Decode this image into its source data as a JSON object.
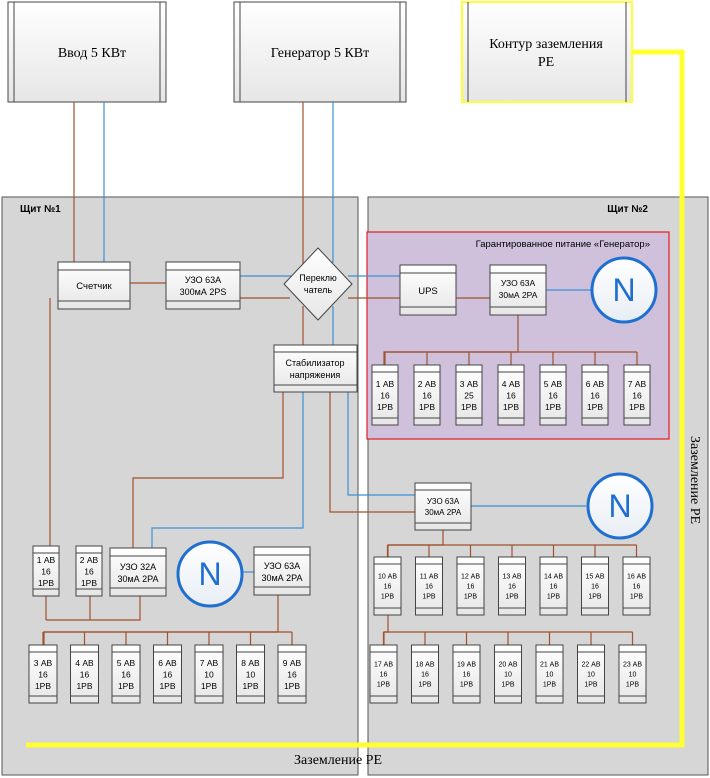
{
  "sources": {
    "input": "Ввод  5 КВт",
    "generator": "Генератор 5 КВт",
    "ground_loop": [
      "Контур заземления",
      "PE"
    ]
  },
  "panels": {
    "panel1_title": "Щит №1",
    "panel2_title": "Щит №2",
    "guaranteed_title": "Гарантированное питание «Генератор»"
  },
  "devices": {
    "meter": "Счетчик",
    "rcd_main": [
      "УЗО 63А",
      "300мА 2PS"
    ],
    "switch": [
      "Переклю",
      "чатель"
    ],
    "stabilizer": [
      "Стабилизатор",
      "напряжения"
    ],
    "ups": "UPS",
    "rcd_gen": [
      "УЗО 63А",
      "30мА 2PA"
    ],
    "rcd_p2": [
      "УЗО 63А",
      "30мА 2PA"
    ],
    "rcd_32": [
      "УЗО 32А",
      "30мА 2PA"
    ],
    "rcd_63_p1": [
      "УЗО 63А",
      "30мА 2PA"
    ],
    "neutral_label": "N"
  },
  "breakers_generator": [
    [
      "1 АВ",
      "16",
      "1PB"
    ],
    [
      "2 АВ",
      "16",
      "1PB"
    ],
    [
      "3 АВ",
      "25",
      "1PB"
    ],
    [
      "4 АВ",
      "16",
      "1PB"
    ],
    [
      "5 АВ",
      "16",
      "1PB"
    ],
    [
      "6 АВ",
      "16",
      "1PB"
    ],
    [
      "7 АВ",
      "16",
      "1PB"
    ]
  ],
  "breakers_p1_top": [
    [
      "1 АВ",
      "16",
      "1PB"
    ],
    [
      "2 АВ",
      "16",
      "1PB"
    ]
  ],
  "breakers_p1_bottom": [
    [
      "3 АВ",
      "16",
      "1PB"
    ],
    [
      "4 АВ",
      "16",
      "1PB"
    ],
    [
      "5 АВ",
      "16",
      "1PB"
    ],
    [
      "6 АВ",
      "16",
      "1PB"
    ],
    [
      "7 АВ",
      "10",
      "1PB"
    ],
    [
      "8 АВ",
      "10",
      "1PB"
    ],
    [
      "9 АВ",
      "16",
      "1PB"
    ]
  ],
  "breakers_p2_mid": [
    [
      "10 АВ",
      "16",
      "1PB"
    ],
    [
      "11 АВ",
      "16",
      "1PB"
    ],
    [
      "12 АВ",
      "16",
      "1PB"
    ],
    [
      "13 АВ",
      "16",
      "1PB"
    ],
    [
      "14 АВ",
      "16",
      "1PB"
    ],
    [
      "15 АВ",
      "16",
      "1PB"
    ],
    [
      "16 АВ",
      "16",
      "1PB"
    ]
  ],
  "breakers_p2_bottom": [
    [
      "17 АВ",
      "16",
      "1PB"
    ],
    [
      "18 АВ",
      "16",
      "1PB"
    ],
    [
      "19 АВ",
      "16",
      "1PB"
    ],
    [
      "20 АВ",
      "10",
      "1PB"
    ],
    [
      "21 АВ",
      "10",
      "1PB"
    ],
    [
      "22 АВ",
      "10",
      "1PB"
    ],
    [
      "23 АВ",
      "10",
      "1PB"
    ]
  ],
  "ground_labels": {
    "right": "Заземление РЕ",
    "bottom": "Заземление РЕ"
  },
  "colors": {
    "phase": "#a0522d",
    "neutral": "#3c8fd6",
    "ground": "#ffff33",
    "neutral_circle": "#1e6fd0",
    "gen_zone_fill": "#cfc0dc",
    "gen_zone_border": "#e02020",
    "panel_fill": "#d6d6d6"
  }
}
